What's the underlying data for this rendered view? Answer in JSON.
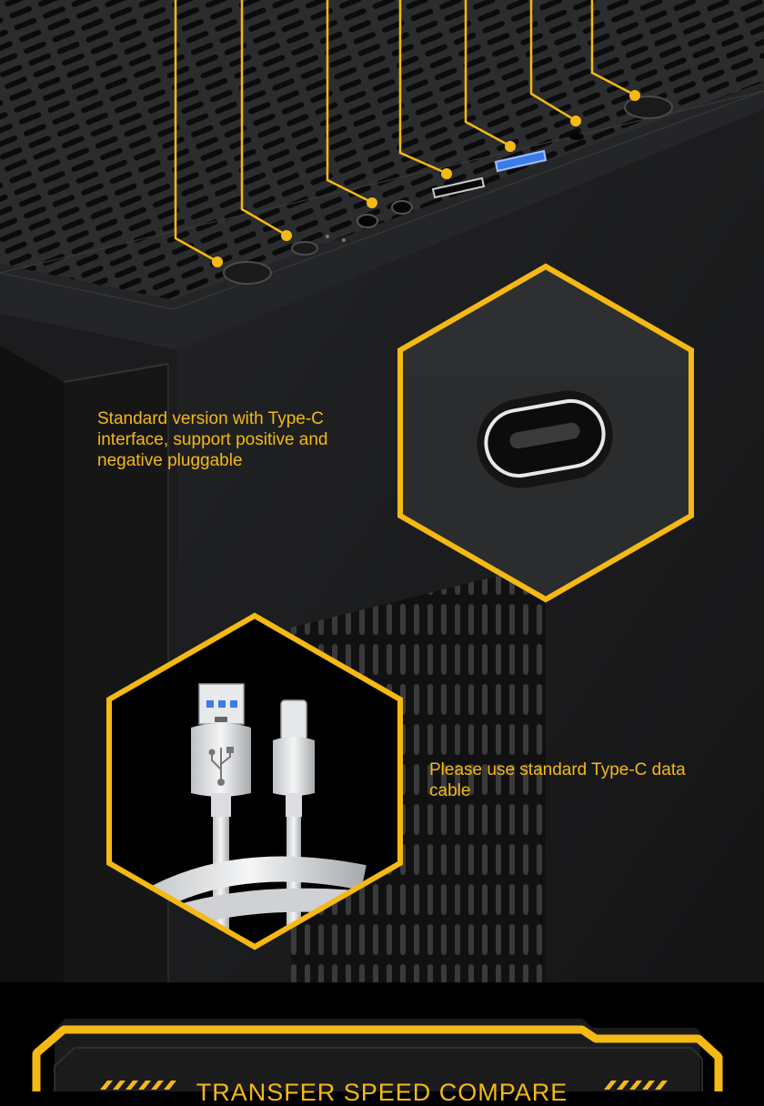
{
  "colors": {
    "accent": "#f5b915",
    "case_dark": "#1a1a1b",
    "case_top": "#2a2b2d",
    "usb3_blue": "#3b7be8",
    "background": "#000000"
  },
  "callouts": {
    "typec_text": "Standard version with Type-C interface, support positive and negative pluggable",
    "cable_text": "Please use standard Type-C data cable"
  },
  "banner": {
    "title": "TRANSFER SPEED COMPARE"
  },
  "icons": {
    "usb_symbol": "usb-trident-icon",
    "decorative_stripes": "chevron-stripes-icon"
  }
}
